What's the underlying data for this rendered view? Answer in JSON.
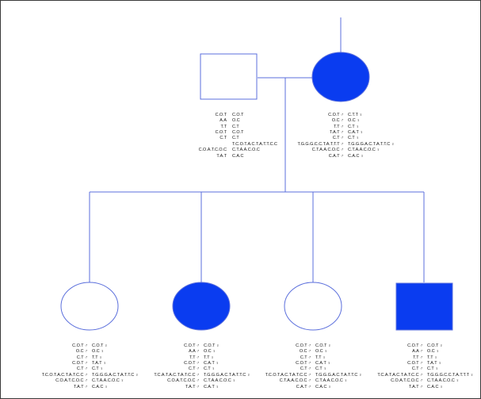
{
  "colors": {
    "line": "#5b6fdc",
    "fill": "#0a3cf0",
    "border": "#3a3a3a"
  },
  "parents": {
    "father": {
      "shape": "square",
      "affected": false,
      "haplotypes": {
        "left": [
          "C.O.T",
          "A.A",
          "T.T",
          "C.O.T",
          "C.T",
          "",
          "C.O.A.T.C.O.C",
          "T.A.T"
        ],
        "right": [
          "C.O.T",
          "O.C",
          "C.T",
          "C.O.T",
          "C.T",
          "T.C.O.T.A.C.T.A.T.T.C.C",
          "C.T.A.A.C.O.C",
          "C.A.C"
        ]
      }
    },
    "mother": {
      "shape": "circle",
      "affected": true,
      "haplotypes": {
        "left": [
          "C.O.T ♂",
          "O.C ♂",
          "T.T ♂",
          "T.A.T ♂",
          "C.T ♂",
          "T.G.G.G.C.C.T.A.T.T.T ♂",
          "C.T.A.A.C.O.C ♂",
          "C.A.T ♂"
        ],
        "right": [
          "C.T.T ♀",
          "O.C ♀",
          "C.T ♀",
          "C.A.T ♀",
          "C.T ♀",
          "T.G.G.G.A.C.T.A.T.T.C ♀",
          "C.T.A.A.C.O.C ♀",
          "C.A.C ♀"
        ]
      }
    }
  },
  "children": [
    {
      "shape": "circle",
      "affected": false,
      "haplotypes": {
        "left": [
          "C.O.T ♂",
          "O.C ♂",
          "C.T ♂",
          "C.O.T ♂",
          "C.T ♂",
          "T.C.O.T.A.C.T.A.T.C.C ♂",
          "C.O.A.T.C.O.C ♂",
          "T.A.T ♂"
        ],
        "right": [
          "C.O.T ♀",
          "O.C ♀",
          "T.T ♀",
          "T.A.T ♀",
          "C.T ♀",
          "T.G.G.G.A.C.T.A.T.T.C ♀",
          "C.T.A.A.C.O.C ♀",
          "C.A.C ♀"
        ]
      }
    },
    {
      "shape": "circle",
      "affected": true,
      "haplotypes": {
        "left": [
          "C.O.T ♂",
          "A.A ♂",
          "T.T ♂",
          "C.O.T ♂",
          "C.T ♂",
          "T.C.A.T.A.C.T.A.T.C.C ♂",
          "C.O.A.T.C.O.C ♂",
          "T.A.T ♂"
        ],
        "right": [
          "C.O.T ♀",
          "O.C ♀",
          "T.T ♀",
          "C.A.T ♀",
          "C.T ♀",
          "T.G.G.G.A.C.T.A.T.T.C ♀",
          "C.T.A.A.C.O.C ♀",
          "C.A.T ♀"
        ]
      }
    },
    {
      "shape": "circle",
      "affected": false,
      "haplotypes": {
        "left": [
          "C.O.T ♂",
          "O.C ♂",
          "C.T ♂",
          "C.O.T ♂",
          "C.T ♂",
          "T.C.O.T.A.C.T.A.T.C.C ♂",
          "C.T.A.A.C.O.C ♂",
          "C.A.T ♂"
        ],
        "right": [
          "C.O.T ♀",
          "O.C ♀",
          "T.T ♀",
          "C.A.T ♀",
          "C.T ♀",
          "T.G.G.G.A.C.T.A.T.T.C ♀",
          "C.T.A.A.C.O.C ♀",
          "C.A.C ♀"
        ]
      }
    },
    {
      "shape": "square",
      "affected": true,
      "haplotypes": {
        "left": [
          "C.O.T ♂",
          "A.A ♂",
          "T.T ♂",
          "C.O.T ♂",
          "C.T ♂",
          "T.C.A.T.A.C.T.A.T.C.C ♂",
          "C.O.A.T.C.O.C ♂",
          "T.A.T ♂"
        ],
        "right": [
          "C.O.T ♀",
          "O.C ♀",
          "T.T ♀",
          "T.A.T ♀",
          "C.T ♀",
          "T.G.G.G.C.C.T.A.T.T.T ♀",
          "C.T.A.A.C.O.C ♀",
          "C.A.C ♀"
        ]
      }
    }
  ]
}
